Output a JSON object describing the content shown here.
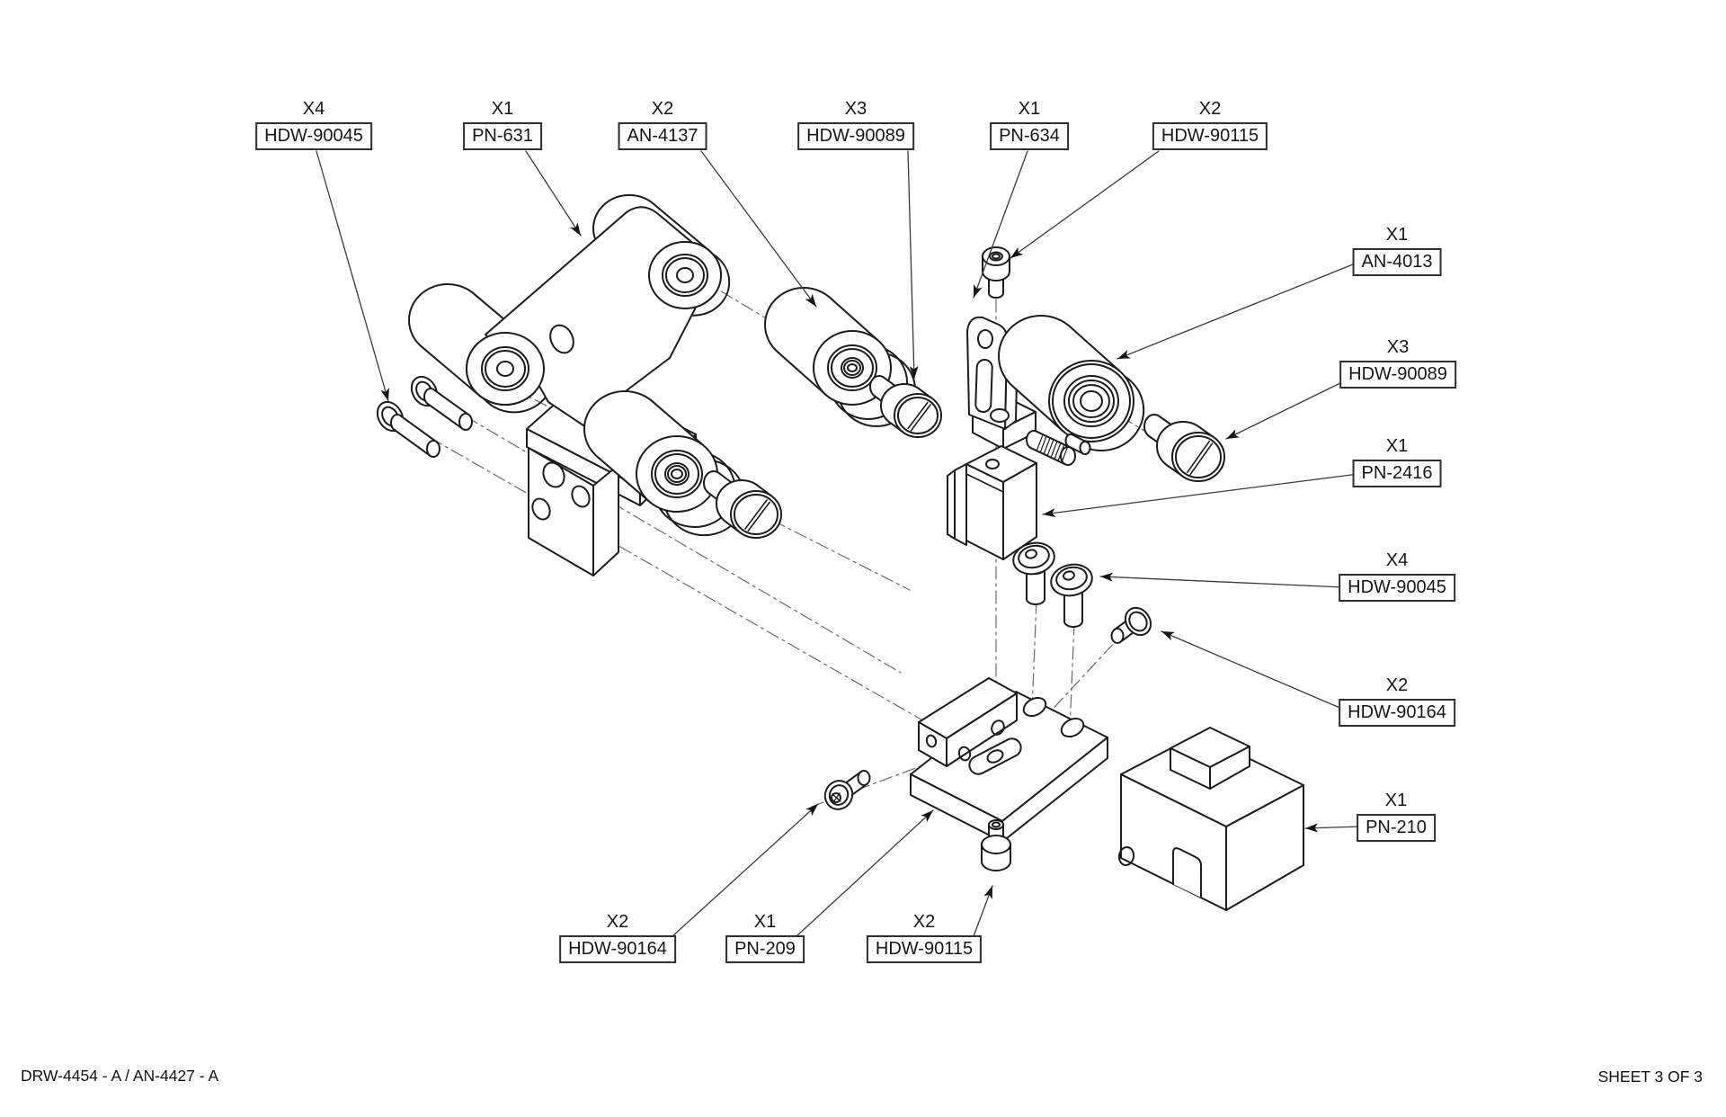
{
  "sheet": {
    "footer_left": "DRW-4454 - A / AN-4427 - A",
    "footer_right": "SHEET 3 OF 3"
  },
  "callouts": [
    {
      "qty": "X4",
      "part": "HDW-90045"
    },
    {
      "qty": "X1",
      "part": "PN-631"
    },
    {
      "qty": "X2",
      "part": "AN-4137"
    },
    {
      "qty": "X3",
      "part": "HDW-90089"
    },
    {
      "qty": "X1",
      "part": "PN-634"
    },
    {
      "qty": "X2",
      "part": "HDW-90115"
    },
    {
      "qty": "X1",
      "part": "AN-4013"
    },
    {
      "qty": "X3",
      "part": "HDW-90089"
    },
    {
      "qty": "X1",
      "part": "PN-2416"
    },
    {
      "qty": "X4",
      "part": "HDW-90045"
    },
    {
      "qty": "X2",
      "part": "HDW-90164"
    },
    {
      "qty": "X1",
      "part": "PN-210"
    },
    {
      "qty": "X2",
      "part": "HDW-90164"
    },
    {
      "qty": "X1",
      "part": "PN-209"
    },
    {
      "qty": "X2",
      "part": "HDW-90115"
    }
  ],
  "colors": {
    "line": "#1c1c1c",
    "leader": "#3a3a3a",
    "centerline": "#6a6a6a",
    "background": "#ffffff"
  }
}
